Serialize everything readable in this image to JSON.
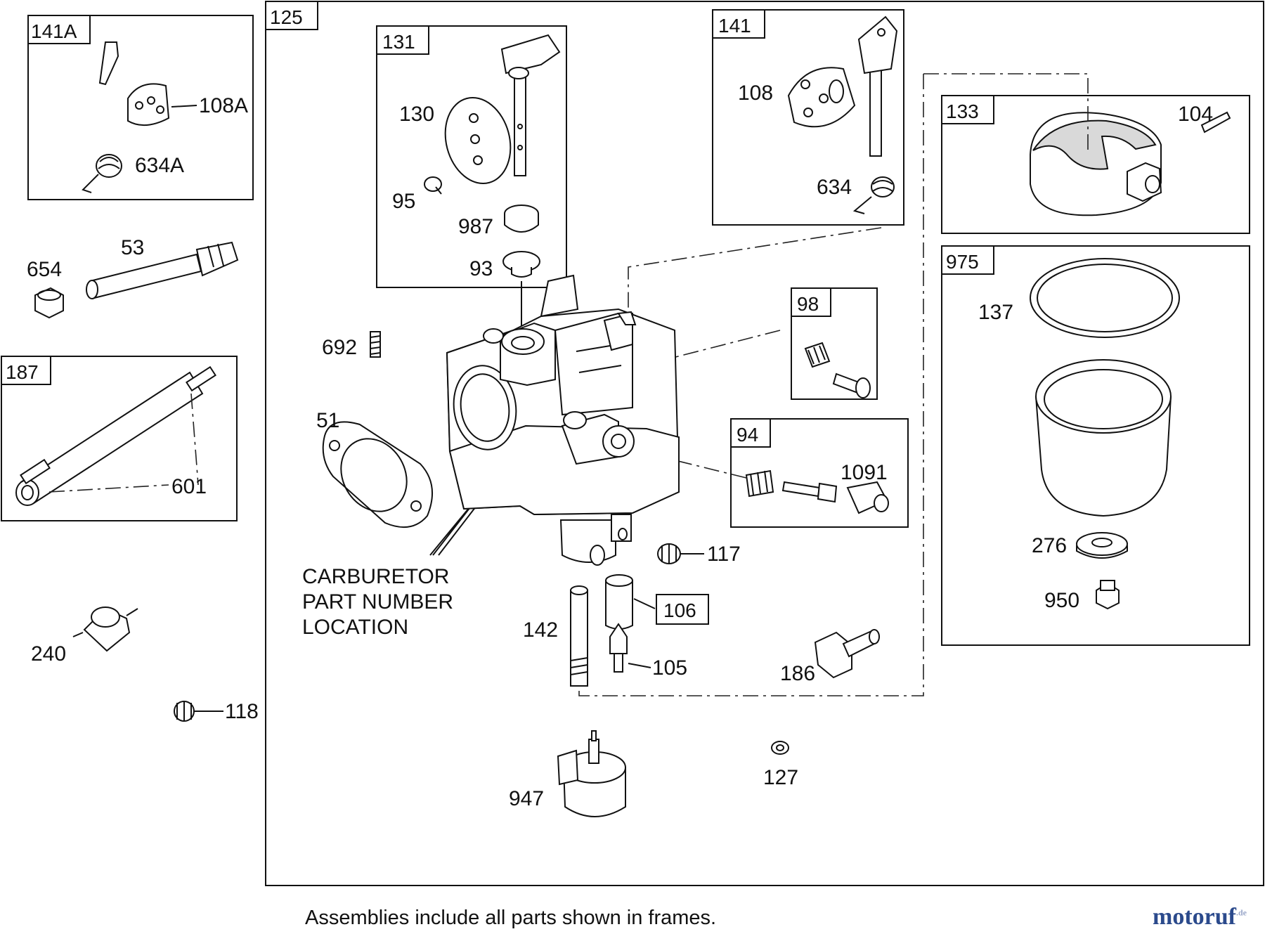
{
  "frames": {
    "f141A": "141A",
    "f125": "125",
    "f131": "131",
    "f141": "141",
    "f133": "133",
    "f975": "975",
    "f187": "187",
    "f98": "98",
    "f94": "94",
    "f106": "106"
  },
  "labels": {
    "p108A": "108A",
    "p634A": "634A",
    "p654": "654",
    "p53": "53",
    "p601": "601",
    "p240": "240",
    "p118": "118",
    "p130": "130",
    "p95": "95",
    "p987": "987",
    "p93": "93",
    "p108": "108",
    "p634": "634",
    "p104": "104",
    "p137": "137",
    "p276": "276",
    "p950": "950",
    "p692": "692",
    "p51": "51",
    "p1091": "1091",
    "p117": "117",
    "p142": "142",
    "p105": "105",
    "p186": "186",
    "p127": "127",
    "p947": "947"
  },
  "carb_note": [
    "CARBURETOR",
    "PART NUMBER",
    "LOCATION"
  ],
  "footer": "Assemblies include all parts shown in frames.",
  "brand": {
    "main": "motoruf",
    "sub": ".de",
    "color_dark": "#2b4a8c",
    "color_light": "#9aa7c9"
  }
}
